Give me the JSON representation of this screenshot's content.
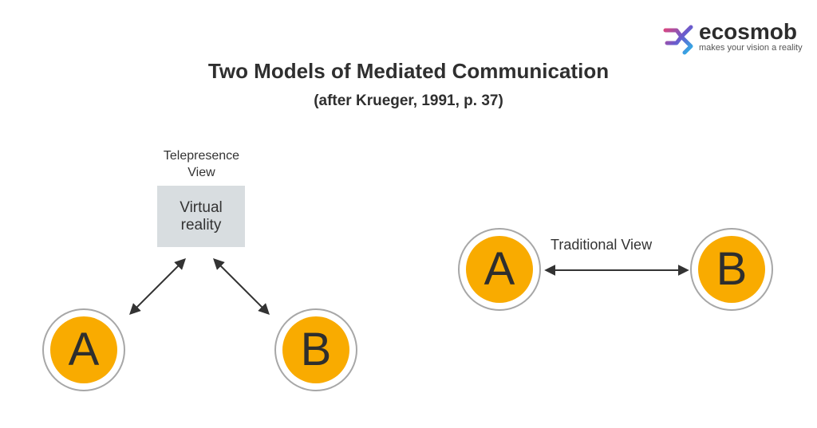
{
  "title": "Two Models of Mediated Communication",
  "subtitle": "(after Krueger, 1991, p. 37)",
  "logo": {
    "name": "ecosmob",
    "tagline": "makes your vision a reality",
    "colors": [
      "#e0457b",
      "#6a5acd",
      "#2bb5e8"
    ]
  },
  "telepresence": {
    "label_line1": "Telepresence",
    "label_line2": "View",
    "box_line1": "Virtual",
    "box_line2": "reality",
    "node_a": "A",
    "node_b": "B"
  },
  "traditional": {
    "label": "Traditional View",
    "node_a": "A",
    "node_b": "B"
  },
  "colors": {
    "node_fill": "#f9ab00",
    "node_ring": "#a7a7a7",
    "box_fill": "#d8dde0",
    "arrow": "#333333"
  }
}
